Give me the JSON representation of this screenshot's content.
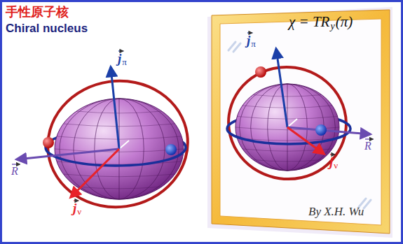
{
  "diagram": {
    "title": "手性原子核",
    "labels": [
      "Chiral nucleus",
      "χ = TR",
      "y",
      "(π)",
      "j",
      "π",
      "R",
      "j",
      "ν",
      "j",
      "π",
      "R",
      "j",
      "ν",
      "By X.H. Wu"
    ]
  }
}
